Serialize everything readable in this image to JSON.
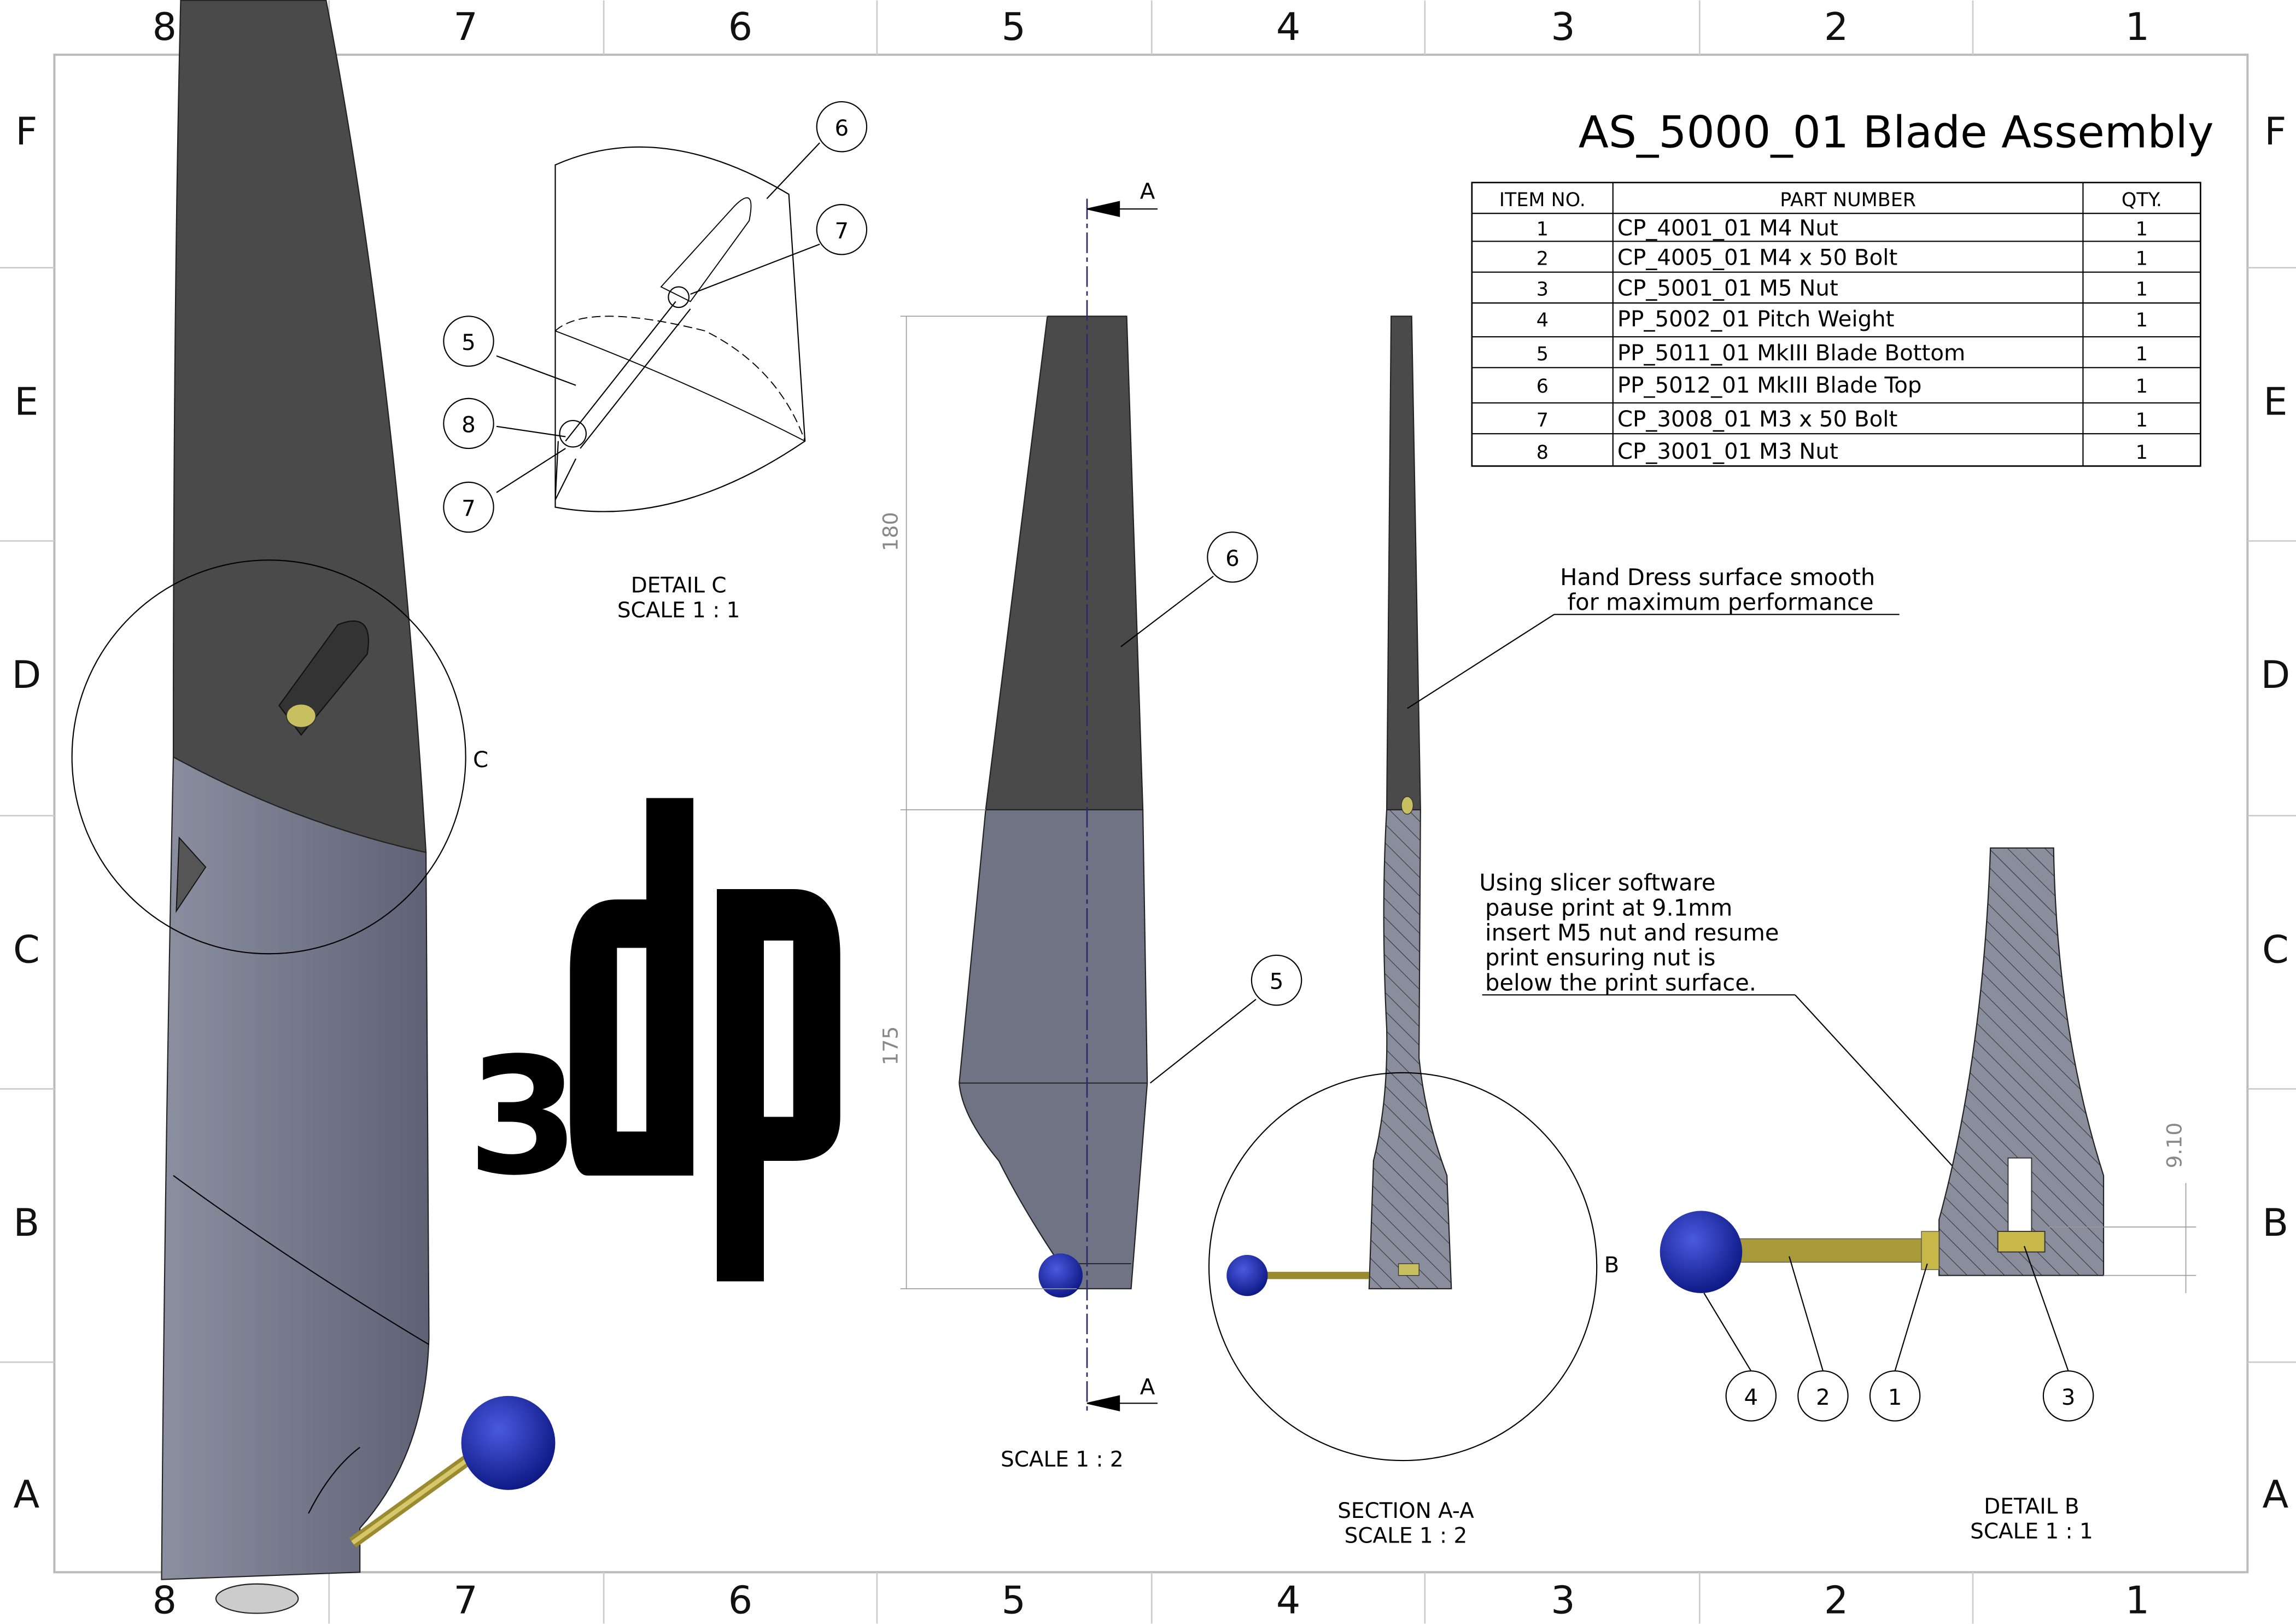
{
  "title": "AS_5000_01 Blade Assembly",
  "zones": {
    "columns": [
      "8",
      "7",
      "6",
      "5",
      "4",
      "3",
      "2",
      "1"
    ],
    "rows": [
      "F",
      "E",
      "D",
      "C",
      "B",
      "A"
    ]
  },
  "bom": {
    "headers": [
      "ITEM NO.",
      "PART NUMBER",
      "QTY."
    ],
    "rows": [
      {
        "item": "1",
        "part": "CP_4001_01 M4 Nut",
        "qty": "1"
      },
      {
        "item": "2",
        "part": "CP_4005_01 M4 x 50 Bolt",
        "qty": "1"
      },
      {
        "item": "3",
        "part": "CP_5001_01 M5 Nut",
        "qty": "1"
      },
      {
        "item": "4",
        "part": "PP_5002_01 Pitch Weight",
        "qty": "1"
      },
      {
        "item": "5",
        "part": "PP_5011_01 MkIII Blade Bottom",
        "qty": "1"
      },
      {
        "item": "6",
        "part": "PP_5012_01 MkIII Blade Top",
        "qty": "1"
      },
      {
        "item": "7",
        "part": "CP_3008_01 M3 x 50 Bolt",
        "qty": "1"
      },
      {
        "item": "8",
        "part": "CP_3001_01 M3 Nut",
        "qty": "1"
      }
    ]
  },
  "views": {
    "detail_c": {
      "name": "DETAIL C",
      "scale": "SCALE 1 : 1",
      "circle_label": "C",
      "balloons": [
        "6",
        "7",
        "5",
        "8",
        "7"
      ]
    },
    "front": {
      "scale": "SCALE 1 : 2",
      "dim_top": "180",
      "dim_bottom": "175",
      "balloons": [
        "6",
        "5"
      ],
      "section_marker": "A"
    },
    "section_aa": {
      "name": "SECTION A-A",
      "scale": "SCALE 1 : 2",
      "circle_label": "B"
    },
    "detail_b": {
      "name": "DETAIL B",
      "scale": "SCALE 1 : 1",
      "dim": "9.10",
      "balloons": [
        "4",
        "2",
        "1",
        "3"
      ]
    }
  },
  "notes": {
    "hand_dress": [
      "Hand Dress surface smooth",
      "for maximum performance"
    ],
    "slicer": [
      "Using slicer software",
      "pause print at 9.1mm",
      "insert M5 nut and resume",
      "print ensuring nut is",
      "below the print surface."
    ]
  },
  "logo": {
    "text": "3dp"
  },
  "colors": {
    "top_part": "#4a4a4a",
    "bottom_part": "#6f7384",
    "weight": "#1a2aa0",
    "bolt": "#a89a3a"
  }
}
